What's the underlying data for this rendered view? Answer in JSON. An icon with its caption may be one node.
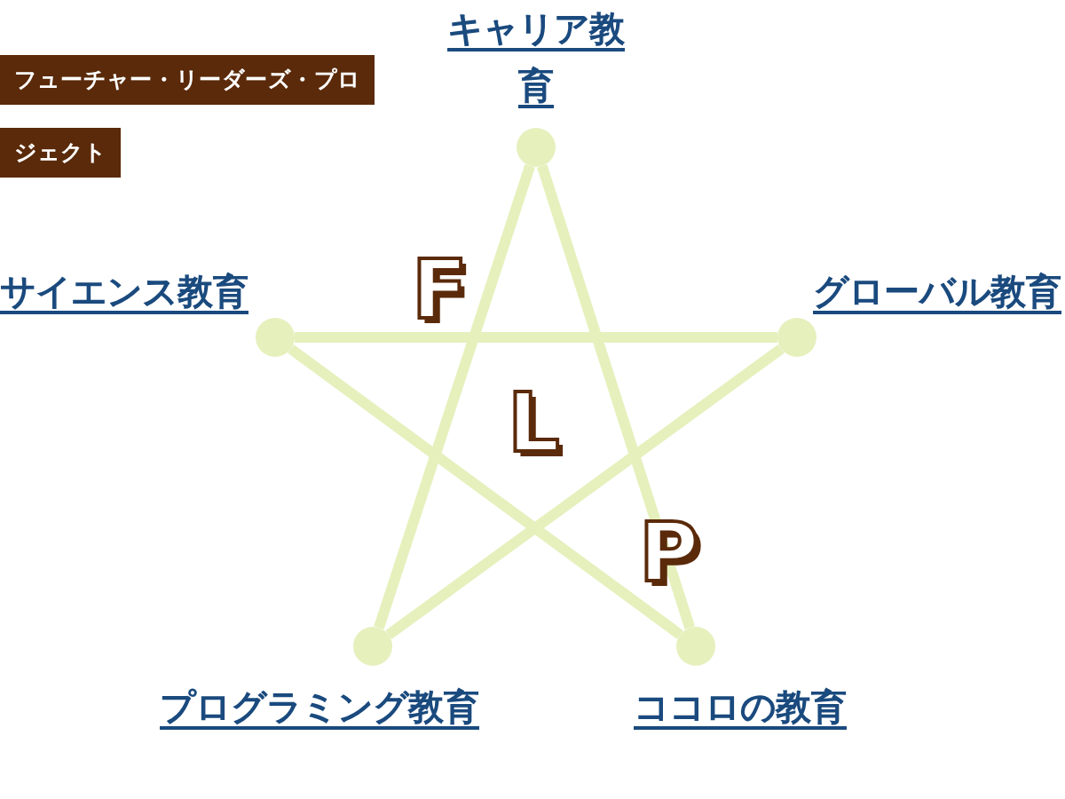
{
  "diagram": {
    "title": "フューチャー・リーダーズ・プロジェクト",
    "nodes": [
      {
        "text": [],
        "shape": "circle",
        "beside": [
          "キャリア教育"
        ]
      },
      {
        "text": [],
        "shape": "circle",
        "beside": [
          "サイエンス教育"
        ]
      },
      {
        "text": [],
        "shape": "circle",
        "beside": [
          "グローバル教育"
        ]
      },
      {
        "text": [],
        "shape": "circle",
        "beside": [
          "プログラミング教育"
        ]
      },
      {
        "text": [],
        "shape": "circle",
        "beside": [
          "ココロの教育"
        ]
      }
    ],
    "edges": [
      {
        "from": 1,
        "to": 2,
        "arrow": "none"
      },
      {
        "from": 2,
        "to": 3,
        "arrow": "none"
      },
      {
        "from": 3,
        "to": 0,
        "arrow": "none"
      },
      {
        "from": 0,
        "to": 4,
        "arrow": "none"
      },
      {
        "from": 4,
        "to": 1,
        "arrow": "none"
      }
    ],
    "labels": [
      "F",
      "L",
      "P"
    ]
  }
}
